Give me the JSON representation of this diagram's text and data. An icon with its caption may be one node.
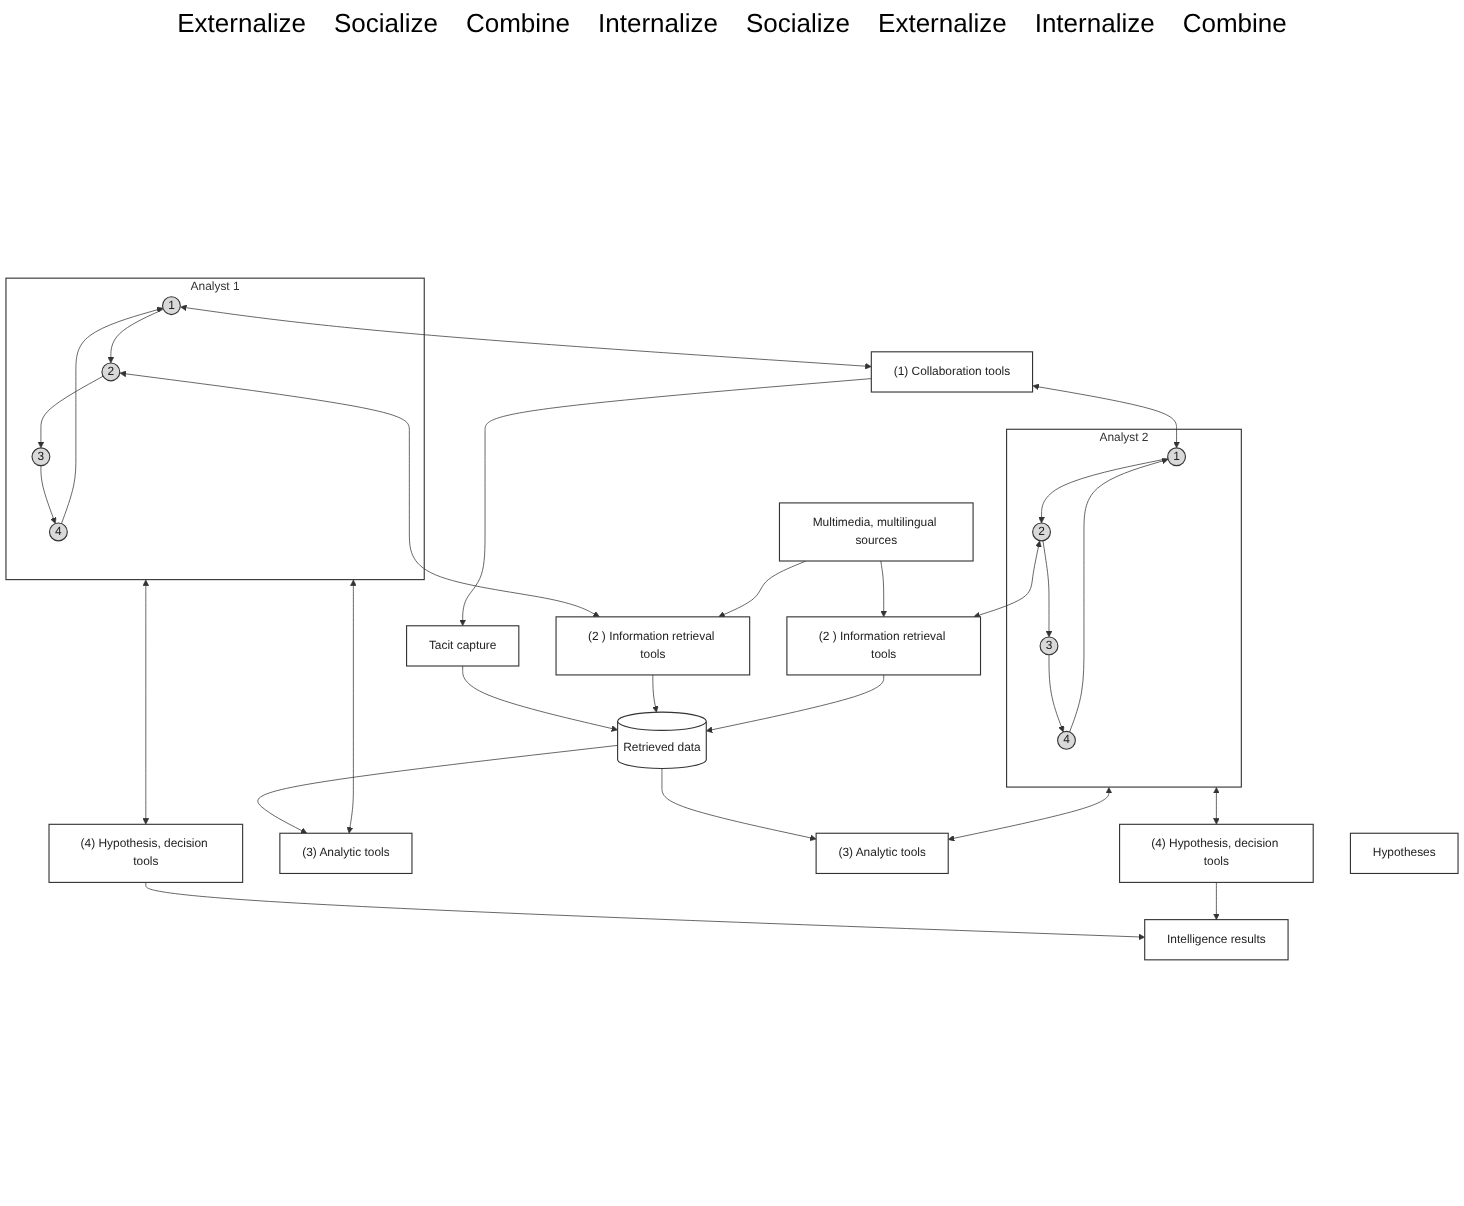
{
  "diagram": {
    "nodes": [
      {
        "text": [
          "Analyst 1"
        ]
      },
      {
        "text": [
          "1"
        ],
        "in": 0
      },
      {
        "text": [
          "2"
        ],
        "in": 0
      },
      {
        "text": [
          "3"
        ],
        "in": 0
      },
      {
        "text": [
          "4"
        ],
        "in": 0
      },
      {
        "text": [
          "(1) Collaboration tools"
        ]
      },
      {
        "text": [
          "Tacit capture"
        ]
      },
      {
        "text": [
          "Analyst 2"
        ]
      },
      {
        "text": [
          "1"
        ],
        "in": 7
      },
      {
        "text": [
          "2"
        ],
        "in": 7
      },
      {
        "text": [
          "3"
        ],
        "in": 7
      },
      {
        "text": [
          "4"
        ],
        "in": 7
      },
      {
        "text": [
          "(2 ) Information retrieval tools"
        ]
      },
      {
        "text": [
          "Retrieved data"
        ]
      },
      {
        "text": [
          "Hypotheses"
        ]
      },
      {
        "text": [
          "Intelligence results"
        ]
      },
      {
        "text": [
          "(2 ) Information retrieval tools"
        ]
      },
      {
        "text": [
          "(3) Analytic tools"
        ]
      },
      {
        "text": [
          "(3) Analytic tools"
        ]
      },
      {
        "text": [
          "(4) Hypothesis, decision tools"
        ]
      },
      {
        "text": [
          "(4) Hypothesis, decision tools"
        ]
      },
      {
        "text": [
          "Multimedia, multilingual sources"
        ]
      }
    ],
    "edges": [
      {
        "from": 1,
        "to": 2,
        "arrow": "to"
      },
      {
        "from": 2,
        "to": 3,
        "arrow": "to"
      },
      {
        "from": 3,
        "to": 4,
        "arrow": "to"
      },
      {
        "from": 4,
        "to": 1,
        "arrow": "to"
      },
      {
        "from": 8,
        "to": 9,
        "arrow": "to"
      },
      {
        "from": 9,
        "to": 10,
        "arrow": "to"
      },
      {
        "from": 10,
        "to": 11,
        "arrow": "to"
      },
      {
        "from": 11,
        "to": 8,
        "arrow": "to"
      },
      {
        "from": 1,
        "to": 5,
        "arrow": "both"
      },
      {
        "from": 5,
        "to": 8,
        "arrow": "both"
      },
      {
        "from": 5,
        "to": 6,
        "arrow": "to"
      },
      {
        "from": 2,
        "to": 12,
        "arrow": "both"
      },
      {
        "from": 9,
        "to": 16,
        "arrow": "both"
      },
      {
        "from": 6,
        "to": 13,
        "arrow": "to"
      },
      {
        "from": 12,
        "to": 13,
        "arrow": "to"
      },
      {
        "from": 16,
        "to": 13,
        "arrow": "to"
      },
      {
        "from": 13,
        "to": 17,
        "arrow": "to"
      },
      {
        "from": 13,
        "to": 18,
        "arrow": "to"
      },
      {
        "from": 0,
        "to": 17,
        "arrow": "both"
      },
      {
        "from": 0,
        "to": 19,
        "arrow": "both"
      },
      {
        "from": 7,
        "to": 20,
        "arrow": "both"
      },
      {
        "from": 7,
        "to": 18,
        "arrow": "both"
      },
      {
        "from": 19,
        "to": 15,
        "arrow": "to"
      },
      {
        "from": 20,
        "to": 15,
        "arrow": "to"
      },
      {
        "from": 21,
        "to": 12,
        "arrow": "to"
      },
      {
        "from": 21,
        "to": 16,
        "arrow": "to"
      }
    ],
    "labels": [
      "Externalize",
      "Socialize",
      "Combine",
      "Internalize",
      "Socialize",
      "Externalize",
      "Internalize",
      "Combine"
    ]
  }
}
